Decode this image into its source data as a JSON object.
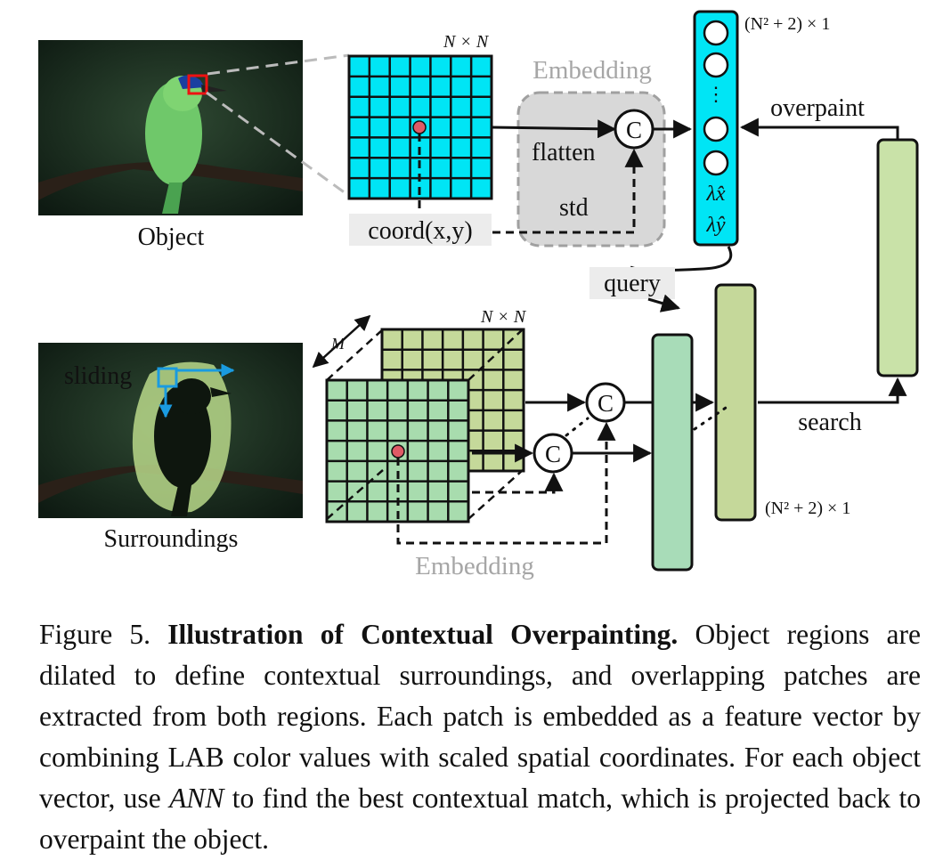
{
  "diagram": {
    "object_label": "Object",
    "surroundings_label": "Surroundings",
    "sliding_label": "sliding",
    "grid_size_top": "N × N",
    "grid_size_bottom": "N × N",
    "depth_label": "M",
    "embedding_top": "Embedding",
    "embedding_bottom": "Embedding",
    "flatten_label": "flatten",
    "std_label": "std",
    "coord_label": "coord(x,y)",
    "concat_symbol": "C",
    "vector_dim_top": "(N² + 2) × 1",
    "vector_dim_bottom": "(N² + 2) × 1",
    "lambda_x": "λx̂",
    "lambda_y": "λŷ",
    "vdots": "⋮",
    "overpaint_label": "overpaint",
    "query_label": "query",
    "search_label": "search",
    "colors": {
      "object_grid": "#00e5f5",
      "surround_grid_front": "#a8dcae",
      "surround_grid_back": "#c5d99a",
      "red_point": "#e05a66",
      "sliding_blue": "#1a9be0",
      "embedding_box": "#d8d8d8",
      "vector_green_light": "#c9e2a8",
      "vector_green_mid": "#c5d89a",
      "vector_green_teal": "#a8dcb8"
    }
  },
  "caption": {
    "prefix": "Figure 5.",
    "title": "Illustration of Contextual Overpainting.",
    "body_1": "Object regions are dilated to define contextual surroundings, and overlapping patches are extracted from both regions. Each patch is embedded as a feature vector by combining LAB color values with scaled spatial coordinates. For each object vector, use",
    "ann": "ANN",
    "body_2": "to find the best contextual match, which is projected back to overpaint the object."
  }
}
